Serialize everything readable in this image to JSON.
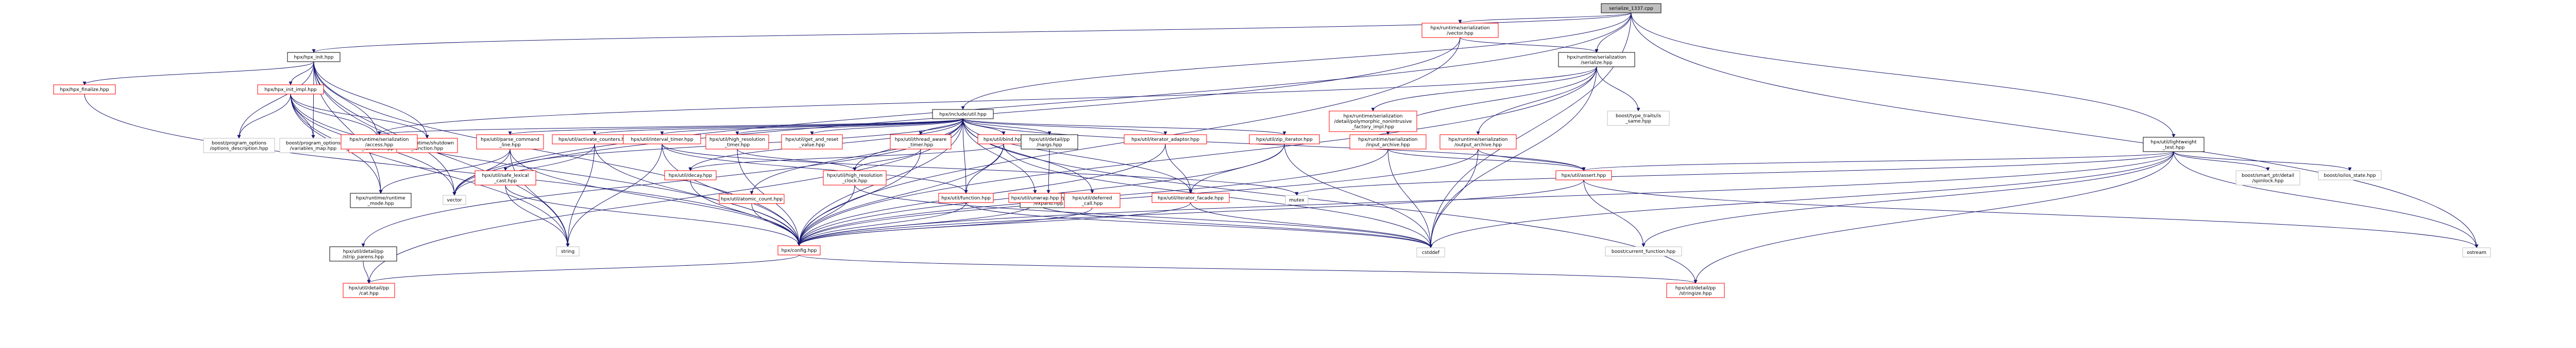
{
  "nodes": [
    {
      "id": "root",
      "lines": [
        "serialize_1337.cpp"
      ],
      "style": "root"
    },
    {
      "id": "ser_vector",
      "lines": [
        "hpx/runtime/serialization",
        "/vector.hpp"
      ],
      "style": "red"
    },
    {
      "id": "ser_serialize",
      "lines": [
        "hpx/runtime/serialization",
        "/serialize.hpp"
      ],
      "style": "black"
    },
    {
      "id": "hpx_init",
      "lines": [
        "hpx/hpx_init.hpp"
      ],
      "style": "black"
    },
    {
      "id": "include_util",
      "lines": [
        "hpx/include/util.hpp"
      ],
      "style": "black"
    },
    {
      "id": "lightweight",
      "lines": [
        "hpx/util/lightweight",
        "_test.hpp"
      ],
      "style": "black"
    },
    {
      "id": "hpx_finalize",
      "lines": [
        "hpx/hpx_finalize.hpp"
      ],
      "style": "red"
    },
    {
      "id": "hpx_init_impl",
      "lines": [
        "hpx/hpx_init_impl.hpp"
      ],
      "style": "red"
    },
    {
      "id": "bpo_options_desc",
      "lines": [
        "boost/program_options",
        "/options_description.hpp"
      ],
      "style": "grey"
    },
    {
      "id": "bpo_variables",
      "lines": [
        "boost/program_options",
        "/variables_map.hpp"
      ],
      "style": "grey"
    },
    {
      "id": "rt_startup",
      "lines": [
        "hpx/runtime/startup",
        "_function.hpp"
      ],
      "style": "red"
    },
    {
      "id": "rt_shutdown",
      "lines": [
        "hpx/runtime/shutdown",
        "_function.hpp"
      ],
      "style": "red"
    },
    {
      "id": "rt_mode",
      "lines": [
        "hpx/runtime/runtime",
        "_mode.hpp"
      ],
      "style": "black"
    },
    {
      "id": "ser_access",
      "lines": [
        "hpx/runtime/serialization",
        "/access.hpp"
      ],
      "style": "red"
    },
    {
      "id": "parse_cmdline",
      "lines": [
        "hpx/util/parse_command",
        "_line.hpp"
      ],
      "style": "red"
    },
    {
      "id": "safe_lexical",
      "lines": [
        "hpx/util/safe_lexical",
        "_cast.hpp"
      ],
      "style": "red"
    },
    {
      "id": "activity_counters",
      "lines": [
        "hpx/util/activate_counters.hpp"
      ],
      "style": "red"
    },
    {
      "id": "interval_timer",
      "lines": [
        "hpx/util/interval_timer.hpp"
      ],
      "style": "red"
    },
    {
      "id": "hr_timer",
      "lines": [
        "hpx/util/high_resolution",
        "_timer.hpp"
      ],
      "style": "red"
    },
    {
      "id": "target_reset",
      "lines": [
        "hpx/util/get_and_reset",
        "_value.hpp"
      ],
      "style": "red"
    },
    {
      "id": "thread_aware",
      "lines": [
        "hpx/util/thread_aware",
        "_timer.hpp"
      ],
      "style": "red"
    },
    {
      "id": "bind",
      "lines": [
        "hpx/util/bind.hpp"
      ],
      "style": "red"
    },
    {
      "id": "detail_range",
      "lines": [
        "hpx/util/detail/pp",
        "/nargs.hpp"
      ],
      "style": "black"
    },
    {
      "id": "detail_expand",
      "lines": [
        "hpx/util/detail/pp",
        "/expand.hpp"
      ],
      "style": "black"
    },
    {
      "id": "iter_adaptor",
      "lines": [
        "hpx/util/iterator_adaptor.hpp"
      ],
      "style": "red"
    },
    {
      "id": "zip_iterator",
      "lines": [
        "hpx/util/zip_iterator.hpp"
      ],
      "style": "red"
    },
    {
      "id": "poly_factory",
      "lines": [
        "hpx/runtime/serialization",
        "/detail/polymorphic_nonintrusive",
        "_factory_impl.hpp"
      ],
      "style": "red"
    },
    {
      "id": "boost_type_traits",
      "lines": [
        "boost/type_traits/is",
        "_same.hpp"
      ],
      "style": "grey"
    },
    {
      "id": "ser_input",
      "lines": [
        "hpx/runtime/serialization",
        "/input_archive.hpp"
      ],
      "style": "red"
    },
    {
      "id": "ser_output",
      "lines": [
        "hpx/runtime/serialization",
        "/output_archive.hpp"
      ],
      "style": "red"
    },
    {
      "id": "assert",
      "lines": [
        "hpx/util/assert.hpp"
      ],
      "style": "red"
    },
    {
      "id": "decay",
      "lines": [
        "hpx/util/decay.hpp"
      ],
      "style": "red"
    },
    {
      "id": "hr_clock",
      "lines": [
        "hpx/util/high_resolution",
        "_clock.hpp"
      ],
      "style": "red"
    },
    {
      "id": "atomic_count",
      "lines": [
        "hpx/util/atomic_count.hpp"
      ],
      "style": "red"
    },
    {
      "id": "function",
      "lines": [
        "hpx/util/function.hpp"
      ],
      "style": "red"
    },
    {
      "id": "unwrap",
      "lines": [
        "hpx/util/unwrap.hpp"
      ],
      "style": "red"
    },
    {
      "id": "deferred_call",
      "lines": [
        "hpx/util/deferred",
        "_call.hpp"
      ],
      "style": "red"
    },
    {
      "id": "iter_facade",
      "lines": [
        "hpx/util/iterator_facade.hpp"
      ],
      "style": "red"
    },
    {
      "id": "detail_basic_fn",
      "lines": [
        "hpx/util/detail/pp",
        "/strip_parens.hpp"
      ],
      "style": "black"
    },
    {
      "id": "pp_cat",
      "lines": [
        "hpx/util/detail/pp",
        "/cat.hpp"
      ],
      "style": "red"
    },
    {
      "id": "config",
      "lines": [
        "hpx/config.hpp"
      ],
      "style": "red"
    },
    {
      "id": "stringize",
      "lines": [
        "hpx/util/detail/pp",
        "/stringize.hpp"
      ],
      "style": "red"
    },
    {
      "id": "vector",
      "lines": [
        "vector"
      ],
      "style": "grey"
    },
    {
      "id": "cstddef",
      "lines": [
        "cstddef"
      ],
      "style": "grey"
    },
    {
      "id": "string",
      "lines": [
        "string"
      ],
      "style": "grey"
    },
    {
      "id": "mutex",
      "lines": [
        "mutex"
      ],
      "style": "grey"
    },
    {
      "id": "ostream",
      "lines": [
        "ostream"
      ],
      "style": "grey"
    },
    {
      "id": "boost_smart_ptr",
      "lines": [
        "boost/smart_ptr/detail",
        "/spinlock.hpp"
      ],
      "style": "grey"
    },
    {
      "id": "boost_io_state",
      "lines": [
        "boost/io/ios_state.hpp"
      ],
      "style": "grey"
    },
    {
      "id": "boost_current_fn",
      "lines": [
        "boost/current_function.hpp"
      ],
      "style": "grey"
    }
  ]
}
